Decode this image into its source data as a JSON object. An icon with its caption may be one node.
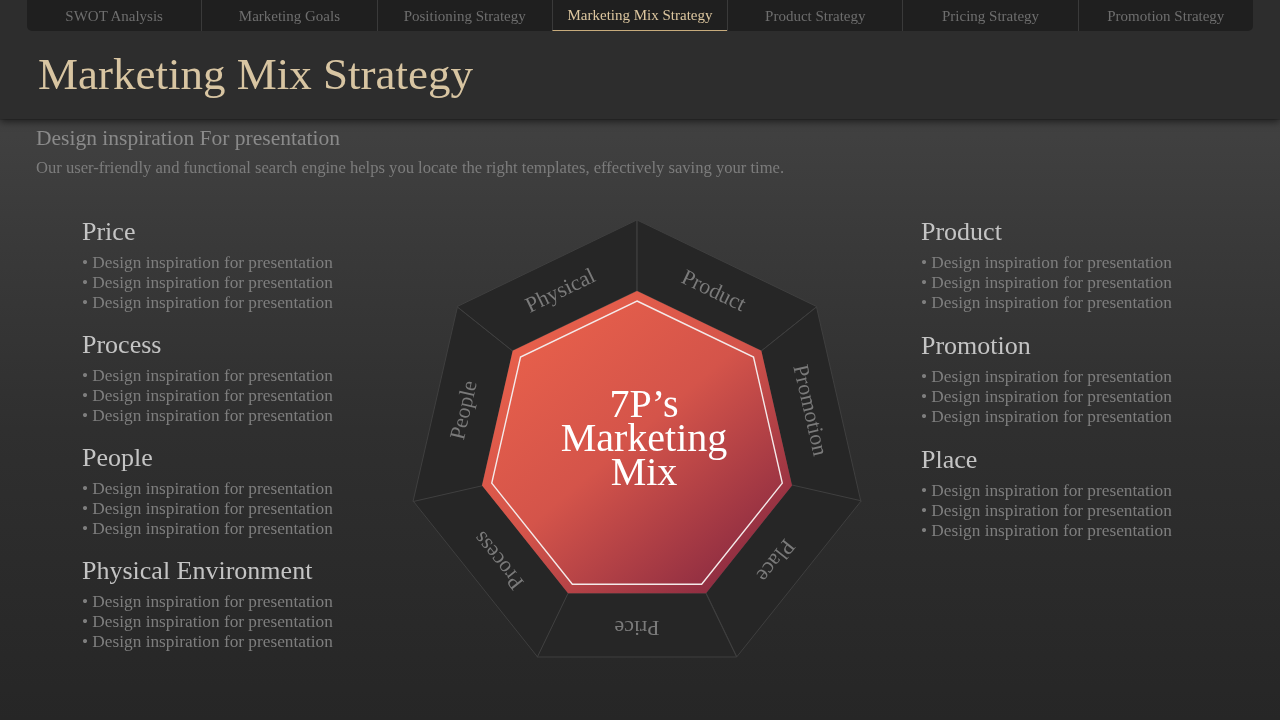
{
  "diagram": {
    "title": "Marketing Mix Strategy",
    "nodes": [
      {
        "text": [
          "7P’s Marketing Mix"
        ]
      },
      {
        "text": [
          "Product"
        ]
      },
      {
        "text": [
          "Promotion"
        ]
      },
      {
        "text": [
          "Place"
        ]
      },
      {
        "text": [
          "Price"
        ]
      },
      {
        "text": [
          "Process"
        ]
      },
      {
        "text": [
          "People"
        ]
      },
      {
        "text": [
          "Physical"
        ]
      }
    ],
    "labels": [
      "SWOT Analysis",
      "Marketing Goals",
      "Positioning Strategy",
      "Marketing Mix Strategy",
      "Product Strategy",
      "Pricing Strategy",
      "Promotion Strategy",
      "Design inspiration For presentation",
      "Our user-friendly and functional search engine helps you locate the right templates, effectively saving your time.",
      "Price",
      "• Design inspiration for presentation",
      "• Design inspiration for presentation",
      "• Design inspiration for presentation",
      "Process",
      "• Design inspiration for presentation",
      "• Design inspiration for presentation",
      "• Design inspiration for presentation",
      "People",
      "• Design inspiration for presentation",
      "• Design inspiration for presentation",
      "• Design inspiration for presentation",
      "Physical Environment",
      "• Design inspiration for presentation",
      "• Design inspiration for presentation",
      "• Design inspiration for presentation",
      "Product",
      "• Design inspiration for presentation",
      "• Design inspiration for presentation",
      "• Design inspiration for presentation",
      "Promotion",
      "• Design inspiration for presentation",
      "• Design inspiration for presentation",
      "• Design inspiration for presentation",
      "Place",
      "• Design inspiration for presentation",
      "• Design inspiration for presentation",
      "• Design inspiration for presentation"
    ]
  }
}
